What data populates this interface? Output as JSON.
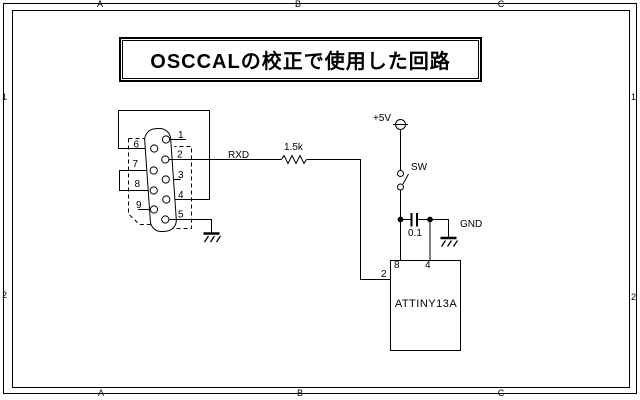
{
  "title": "OSCCALの校正で使用した回路",
  "frame": {
    "zones_top": [
      "A",
      "B",
      "C"
    ],
    "zones_bottom": [
      "A",
      "B",
      "C"
    ],
    "rows_left": [
      "1",
      "2"
    ],
    "rows_right": [
      "1",
      "2"
    ]
  },
  "connector": {
    "pins_right": [
      "1",
      "2",
      "3",
      "4",
      "5"
    ],
    "pins_left": [
      "6",
      "7",
      "8",
      "9"
    ]
  },
  "net_labels": {
    "rxd": "RXD",
    "resistor_value": "1.5k",
    "vcc": "+5V",
    "switch": "SW",
    "cap_value": "0.1",
    "gnd": "GND"
  },
  "chip": {
    "name": "ATTINY13A",
    "pin_rxd": "2",
    "pin_vcc": "8",
    "pin_gnd": "4"
  },
  "colors": {
    "ink": "#000000",
    "paper": "#ffffff"
  }
}
